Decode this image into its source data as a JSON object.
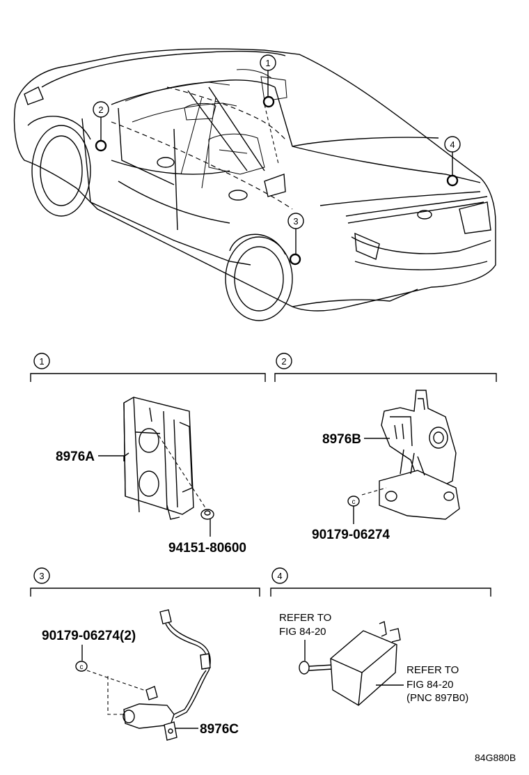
{
  "callouts": {
    "c1": "1",
    "c2": "2",
    "c3": "3",
    "c4": "4"
  },
  "sections": [
    {
      "number": "1",
      "parts": [
        "8976A",
        "94151-80600"
      ]
    },
    {
      "number": "2",
      "parts": [
        "8976B",
        "90179-06274"
      ]
    },
    {
      "number": "3",
      "parts": [
        "90179-06274(2)",
        "8976C"
      ]
    },
    {
      "number": "4",
      "refer": [
        "REFER TO",
        "FIG 84-20",
        "REFER TO",
        "FIG 84-20",
        "(PNC 897B0)"
      ]
    }
  ],
  "diagram_code": "84G880B"
}
